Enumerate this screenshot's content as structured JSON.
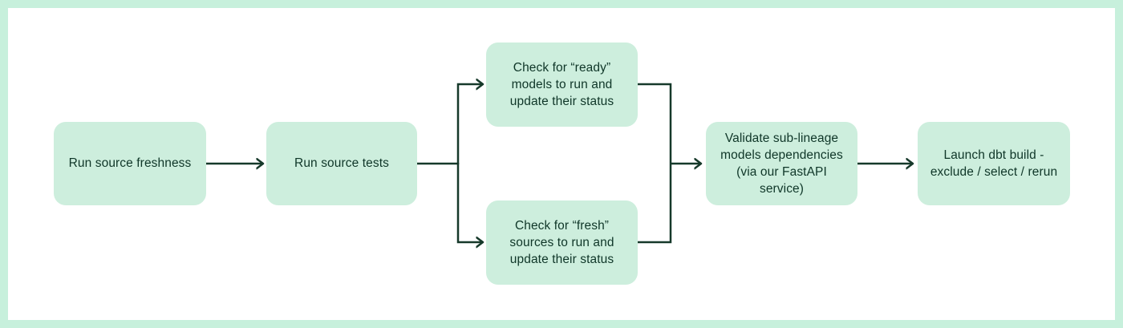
{
  "diagram": {
    "type": "flowchart",
    "nodes": [
      {
        "id": "run-source-freshness",
        "label": "Run source freshness"
      },
      {
        "id": "run-source-tests",
        "label": "Run source tests"
      },
      {
        "id": "check-ready-models",
        "label": "Check for “ready”\nmodels to run and\nupdate their status"
      },
      {
        "id": "check-fresh-sources",
        "label": "Check for “fresh”\nsources to run and\nupdate their status"
      },
      {
        "id": "validate-sublineage-models",
        "label": "Validate sub-lineage\nmodels dependencies\n(via our FastAPI service)"
      },
      {
        "id": "launch-dbt-build",
        "label": "Launch dbt build -\nexclude / select / rerun"
      }
    ],
    "edges": [
      {
        "from": "run-source-freshness",
        "to": "run-source-tests"
      },
      {
        "from": "run-source-tests",
        "to": "check-ready-models"
      },
      {
        "from": "run-source-tests",
        "to": "check-fresh-sources"
      },
      {
        "from": "check-ready-models",
        "to": "validate-sublineage-models"
      },
      {
        "from": "check-fresh-sources",
        "to": "validate-sublineage-models"
      },
      {
        "from": "validate-sublineage-models",
        "to": "launch-dbt-build"
      }
    ],
    "colors": {
      "node_fill": "#cdeedd",
      "text": "#0f3628",
      "line": "#16392a",
      "frame_border": "#c7f0dc",
      "background": "#ffffff"
    }
  }
}
